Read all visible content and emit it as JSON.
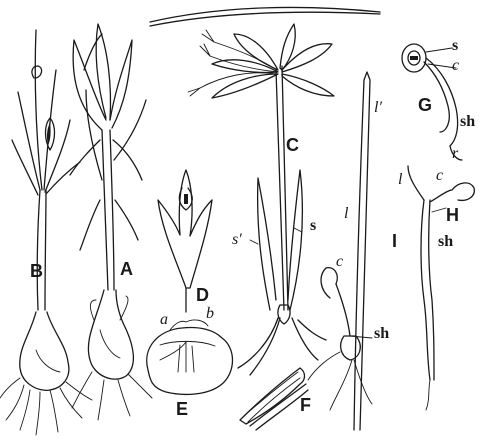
{
  "figure": {
    "labels": {
      "A": "A",
      "B": "B",
      "C": "C",
      "D": "D",
      "E": "E",
      "F": "F",
      "G": "G",
      "H": "H",
      "I": "I",
      "s": "s",
      "s_prime": "s′",
      "l": "l",
      "l_prime": "l′",
      "c": "c",
      "sh": "sh",
      "r": "r",
      "a": "a",
      "b": "b"
    }
  }
}
